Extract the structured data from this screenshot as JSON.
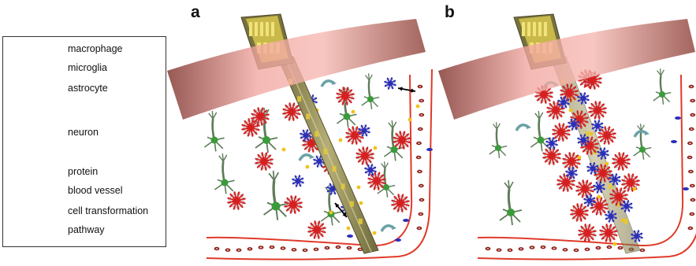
{
  "panels": [
    {
      "letter": "a"
    },
    {
      "letter": "b"
    }
  ],
  "legend": {
    "items": [
      {
        "label": "macrophage",
        "icon": "macrophage-icon",
        "color": "#2b2fb8"
      },
      {
        "label": "microglia",
        "icon": "microglia-icon",
        "color": "#2b2fb8"
      },
      {
        "label": "astrocyte",
        "icon": "astrocyte-icon",
        "color": "#d42020"
      },
      {
        "label": "neuron",
        "icon": "neuron-icon",
        "color": "#3a9b3a"
      },
      {
        "label": "protein",
        "icon": "protein-icon",
        "color": "#f2c21b"
      },
      {
        "label": "blood vessel",
        "icon": "blood-vessel-icon",
        "color": "#e03a2a"
      },
      {
        "label": "cell transformation",
        "icon": "double-arrow-icon",
        "color": "#000000"
      },
      {
        "label": "pathway",
        "icon": "pathway-arrow-icon",
        "color": "#6aa2a6"
      }
    ]
  },
  "colors": {
    "astrocyte": "#d42020",
    "microglia": "#2b2fb8",
    "neuron": "#3a9b3a",
    "neuron_stem": "#5f7d5a",
    "vessel": "#e03a2a",
    "rbc": "#8a1a14",
    "protein": "#f2c21b",
    "electrode": "#8f8b5a",
    "contacts": "#e3c93a",
    "skull": "#c0625a"
  }
}
